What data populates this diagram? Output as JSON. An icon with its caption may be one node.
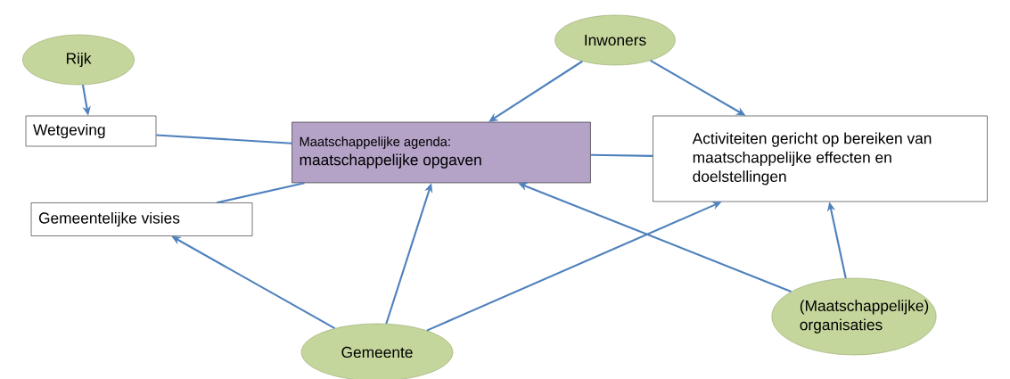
{
  "diagram": {
    "nodes": [
      {
        "text": [
          "Rijk"
        ]
      },
      {
        "text": [
          "Inwoners"
        ]
      },
      {
        "text": [
          "Wetgeving"
        ]
      },
      {
        "text": [
          "Maatschappelijke agenda:",
          "maatschappelijke opgaven"
        ]
      },
      {
        "text": [
          "Activiteiten gericht op bereiken van maatschappelijke effecten en doelstellingen"
        ]
      },
      {
        "text": [
          "Gemeentelijke visies"
        ]
      },
      {
        "text": [
          "Gemeente"
        ]
      },
      {
        "text": [
          "(Maatschappelijke) organisaties"
        ]
      }
    ],
    "edges": [
      {
        "from": 0,
        "to": 2,
        "arrow": "to"
      },
      {
        "from": 2,
        "to": 3,
        "arrow": "none"
      },
      {
        "from": 5,
        "to": 3,
        "arrow": "none"
      },
      {
        "from": 1,
        "to": 3,
        "arrow": "to"
      },
      {
        "from": 1,
        "to": 4,
        "arrow": "to"
      },
      {
        "from": 4,
        "to": 3,
        "arrow": "none"
      },
      {
        "from": 6,
        "to": 5,
        "arrow": "to"
      },
      {
        "from": 6,
        "to": 3,
        "arrow": "to"
      },
      {
        "from": 6,
        "to": 4,
        "arrow": "to"
      },
      {
        "from": 7,
        "to": 3,
        "arrow": "to"
      },
      {
        "from": 7,
        "to": 4,
        "arrow": "to"
      }
    ]
  }
}
